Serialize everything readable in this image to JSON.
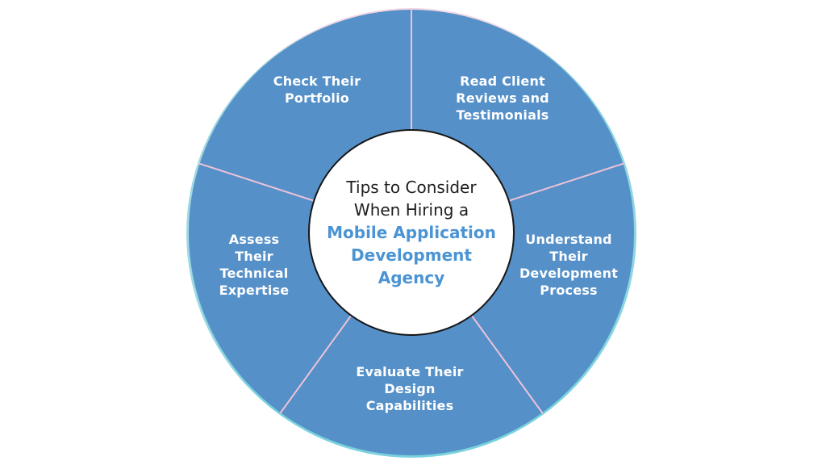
{
  "colors": {
    "wheel_blue": "#5590c8",
    "rim_cyan": "#79d2dd",
    "divider_pink": "#edc3d8",
    "center_border_black": "#161616",
    "accent_blue_text": "#4b94d4",
    "dark_text": "#1e1e1e",
    "label_white": "#ffffff",
    "background": "#ffffff"
  },
  "center": {
    "intro": "Tips to Consider\nWhen Hiring a",
    "highlight": "Mobile Application\nDevelopment\nAgency"
  },
  "segments": [
    {
      "id": "check-portfolio",
      "position": "top-left",
      "label": "Check Their\nPortfolio"
    },
    {
      "id": "read-reviews",
      "position": "top-right",
      "label": "Read Client\nReviews and\nTestimonials"
    },
    {
      "id": "understand-process",
      "position": "right",
      "label": "Understand\nTheir\nDevelopment\nProcess"
    },
    {
      "id": "evaluate-design",
      "position": "bottom",
      "label": "Evaluate Their\nDesign\nCapabilities"
    },
    {
      "id": "assess-expertise",
      "position": "left",
      "label": "Assess\nTheir\nTechnical\nExpertise"
    }
  ]
}
